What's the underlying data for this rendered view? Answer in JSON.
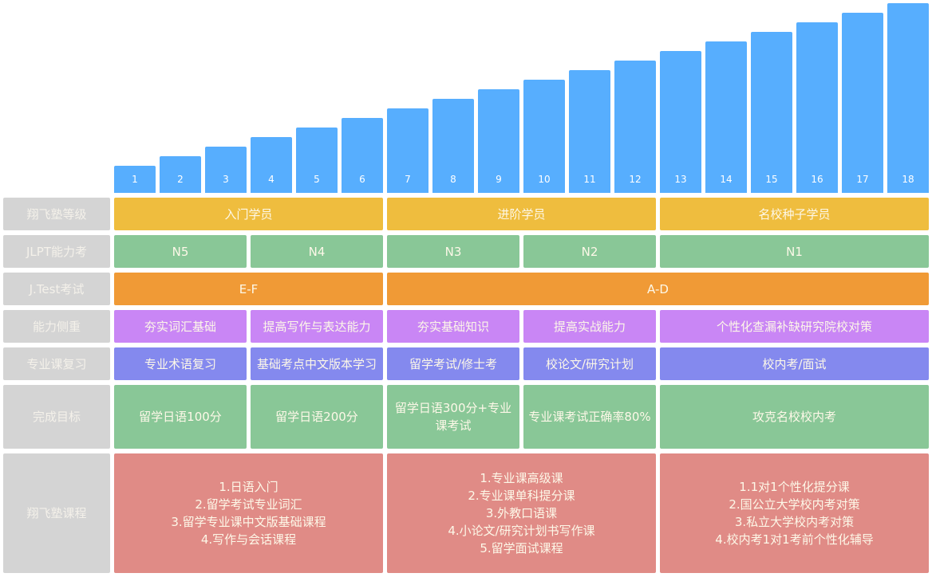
{
  "levels": [
    "1",
    "2",
    "3",
    "4",
    "5",
    "6",
    "7",
    "8",
    "9",
    "10",
    "11",
    "12",
    "13",
    "14",
    "15",
    "16",
    "17",
    "18"
  ],
  "colors": {
    "bar": "#57aefe",
    "label": "#d4d4d4",
    "yellow": "#efbd3e",
    "green": "#89c797",
    "orange": "#f09a36",
    "purple": "#c986f5",
    "indigo": "#8489ee",
    "red": "#e08b86"
  },
  "rows": [
    {
      "label": "翔飞塾等级",
      "color": "yellow",
      "cells": [
        {
          "text": "入门学员",
          "span": 6
        },
        {
          "text": "进阶学员",
          "span": 6
        },
        {
          "text": "名校种子学员",
          "span": 6
        }
      ]
    },
    {
      "label": "JLPT能力考",
      "color": "green",
      "cells": [
        {
          "text": "N5",
          "span": 3
        },
        {
          "text": "N4",
          "span": 3
        },
        {
          "text": "N3",
          "span": 3
        },
        {
          "text": "N2",
          "span": 3
        },
        {
          "text": "N1",
          "span": 6
        }
      ]
    },
    {
      "label": "J.Test考试",
      "color": "orange",
      "cells": [
        {
          "text": "E-F",
          "span": 6
        },
        {
          "text": "A-D",
          "span": 12
        }
      ]
    },
    {
      "label": "能力侧重",
      "color": "purple",
      "cells": [
        {
          "text": "夯实词汇基础",
          "span": 3
        },
        {
          "text": "提高写作与表达能力",
          "span": 3
        },
        {
          "text": "夯实基础知识",
          "span": 3
        },
        {
          "text": "提高实战能力",
          "span": 3
        },
        {
          "text": "个性化查漏补缺研究院校对策",
          "span": 6
        }
      ]
    },
    {
      "label": "专业课复习",
      "color": "indigo",
      "cells": [
        {
          "text": "专业术语复习",
          "span": 3
        },
        {
          "text": "基础考点中文版本学习",
          "span": 3
        },
        {
          "text": "留学考试/修士考",
          "span": 3
        },
        {
          "text": "校论文/研究计划",
          "span": 3
        },
        {
          "text": "校内考/面试",
          "span": 6
        }
      ]
    },
    {
      "label": "完成目标",
      "color": "green",
      "cells": [
        {
          "text": "留学日语100分",
          "span": 3
        },
        {
          "text": "留学日语200分",
          "span": 3
        },
        {
          "text": "留学日语300分+专业\n课考试",
          "span": 3
        },
        {
          "text": "专业课考试正确率80%",
          "span": 3
        },
        {
          "text": "攻克名校校内考",
          "span": 6
        }
      ]
    },
    {
      "label": "翔飞塾课程",
      "color": "red",
      "cells": [
        {
          "text": "1.日语入门\n2.留学考试专业词汇\n3.留学专业课中文版基础课程\n4.写作与会话课程",
          "span": 6
        },
        {
          "text": "1.专业课高级课\n2.专业课单科提分课\n3.外教口语课\n4.小论文/研究计划书写作课\n5.留学面试课程",
          "span": 6
        },
        {
          "text": "1.1对1个性化提分课\n2.国公立大学校内考对策\n3.私立大学校内考对策\n4.校内考1对1考前个性化辅导",
          "span": 6
        }
      ]
    }
  ]
}
